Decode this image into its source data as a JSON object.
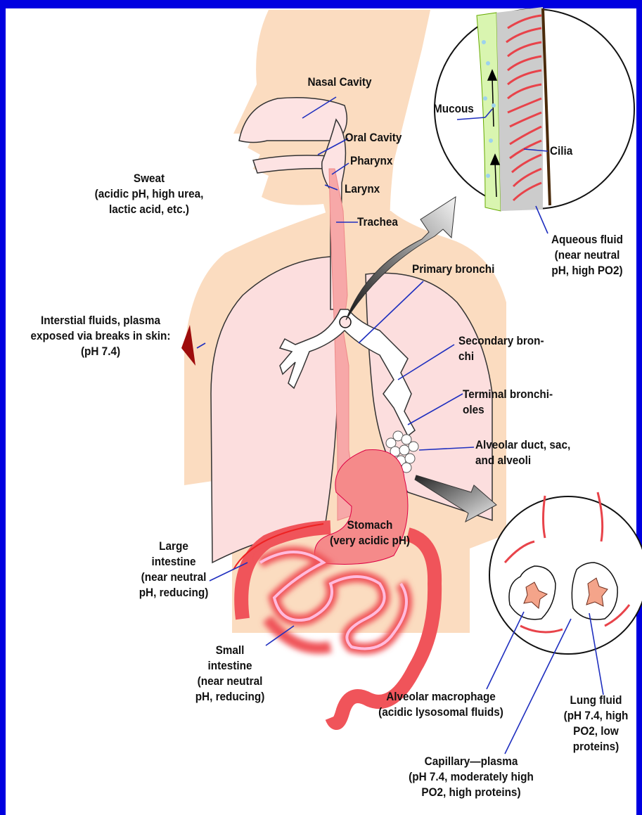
{
  "labels": {
    "nasal_cavity": "Nasal Cavity",
    "oral_cavity": "Oral Cavity",
    "pharynx": "Pharynx",
    "larynx": "Larynx",
    "trachea": "Trachea",
    "mucous": "Mucous",
    "cilia": "Cilia",
    "aqueous_fluid": [
      "Aqueous fluid",
      "(near neutral",
      "pH, high PO2)"
    ],
    "sweat": [
      "Sweat",
      "(acidic pH, high urea,",
      "lactic acid, etc.)"
    ],
    "primary_bronchi": "Primary bronchi",
    "interstitial_fluids": [
      "Interstial fluids, plasma",
      "exposed via breaks in skin:",
      "(pH 7.4)"
    ],
    "secondary_bronchi": [
      "Secondary bron-",
      "chi"
    ],
    "terminal_bronchioles": [
      "Terminal bronchi-",
      "oles"
    ],
    "alveolar_duct": [
      "Alveolar duct, sac,",
      "and alveoli"
    ],
    "stomach": [
      "Stomach",
      "(very acidic pH)"
    ],
    "large_intestine": [
      "Large",
      "intestine",
      "(near neutral",
      "pH, reducing)"
    ],
    "small_intestine": [
      "Small",
      "intestine",
      "(near neutral",
      "pH, reducing)"
    ],
    "alveolar_macrophage": [
      "Alveolar macrophage",
      "(acidic lysosomal fluids)"
    ],
    "lung_fluid": [
      "Lung fluid",
      "(pH 7.4, high",
      "PO2, low",
      "proteins)"
    ],
    "capillary_plasma": [
      "Capillary—plasma",
      "(pH 7.4, moderately high",
      "PO2, high proteins)"
    ]
  },
  "colors": {
    "frame": "#0000e0",
    "skin": "#fbdcc0",
    "airway": "#fde3e3",
    "lung": "#fcdede",
    "gut": "#f0545a",
    "cilia": "#e8434a",
    "mucous_layer": "#d9f5b0",
    "leader_line": "#1f2fbf"
  }
}
